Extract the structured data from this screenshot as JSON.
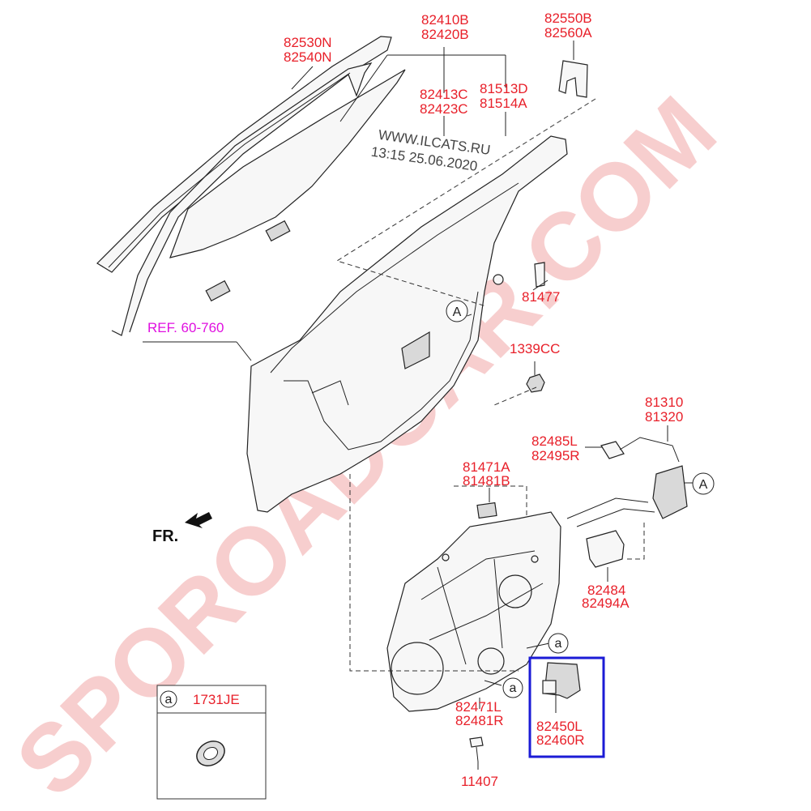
{
  "watermark": "SPOROADCAR.COM",
  "site_stamp": {
    "url": "WWW.ILCATS.RU",
    "datetime": "13:15 25.06.2020"
  },
  "reference": "REF. 60-760",
  "direction": "FR.",
  "callout_letters": {
    "a": "a",
    "A": "A"
  },
  "parts": {
    "glass_run": [
      "82530N",
      "82540N"
    ],
    "door_glass": [
      "82410B",
      "82420B"
    ],
    "glass_holder": [
      "82413C",
      "82423C"
    ],
    "delta_seal": [
      "81513D",
      "81514A"
    ],
    "mirror_bracket": [
      "82550B",
      "82560A"
    ],
    "striker_bolt": "81477",
    "nut": "1339CC",
    "latch": [
      "81310",
      "81320"
    ],
    "handle_rod": [
      "82485L",
      "82495R"
    ],
    "actuator": [
      "81471A",
      "81481B"
    ],
    "handle_bracket": [
      "82484",
      "82494A"
    ],
    "regulator_module": [
      "82471L",
      "82481R"
    ],
    "motor": [
      "82450L",
      "82460R"
    ],
    "screw": "11407",
    "grommet": "1731JE"
  },
  "colors": {
    "part_number": "#e8202a",
    "reference": "#e010e0",
    "highlight_box": "#1b1bd6",
    "watermark": "#f6c6c6"
  }
}
